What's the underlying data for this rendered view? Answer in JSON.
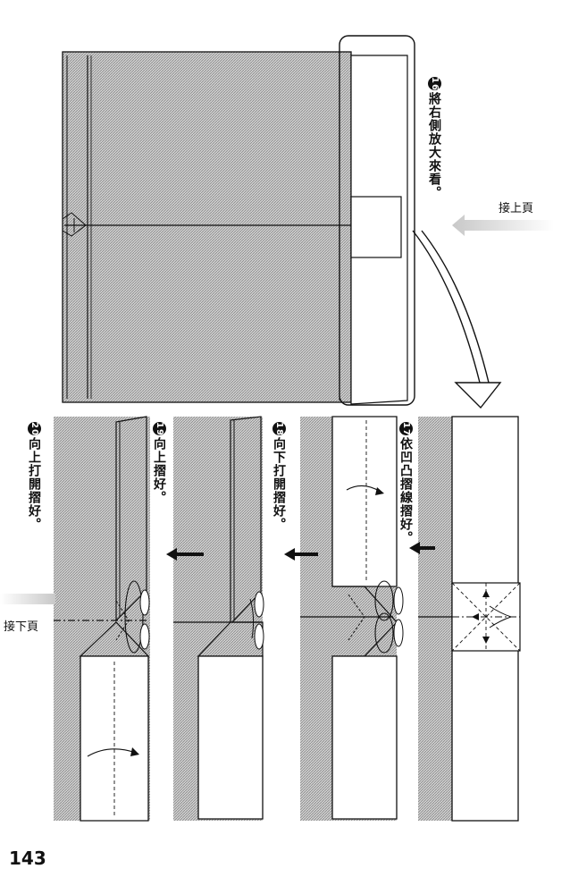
{
  "page_number": "143",
  "steps": [
    {
      "id": "16",
      "num": "16",
      "text": "將右側放大來看。"
    },
    {
      "id": "17",
      "num": "17",
      "text": "依凹凸摺線摺好。"
    },
    {
      "id": "18",
      "num": "18",
      "text": "向下打開摺好。"
    },
    {
      "id": "19",
      "num": "19",
      "text": "向上摺好。"
    },
    {
      "id": "20",
      "num": "20",
      "text": "向上打開摺好。"
    }
  ],
  "continue_prev": "接上頁",
  "continue_next": "接下頁",
  "colors": {
    "hatch": "#9a9a9a",
    "paper": "#ffffff",
    "ink": "#111111"
  }
}
